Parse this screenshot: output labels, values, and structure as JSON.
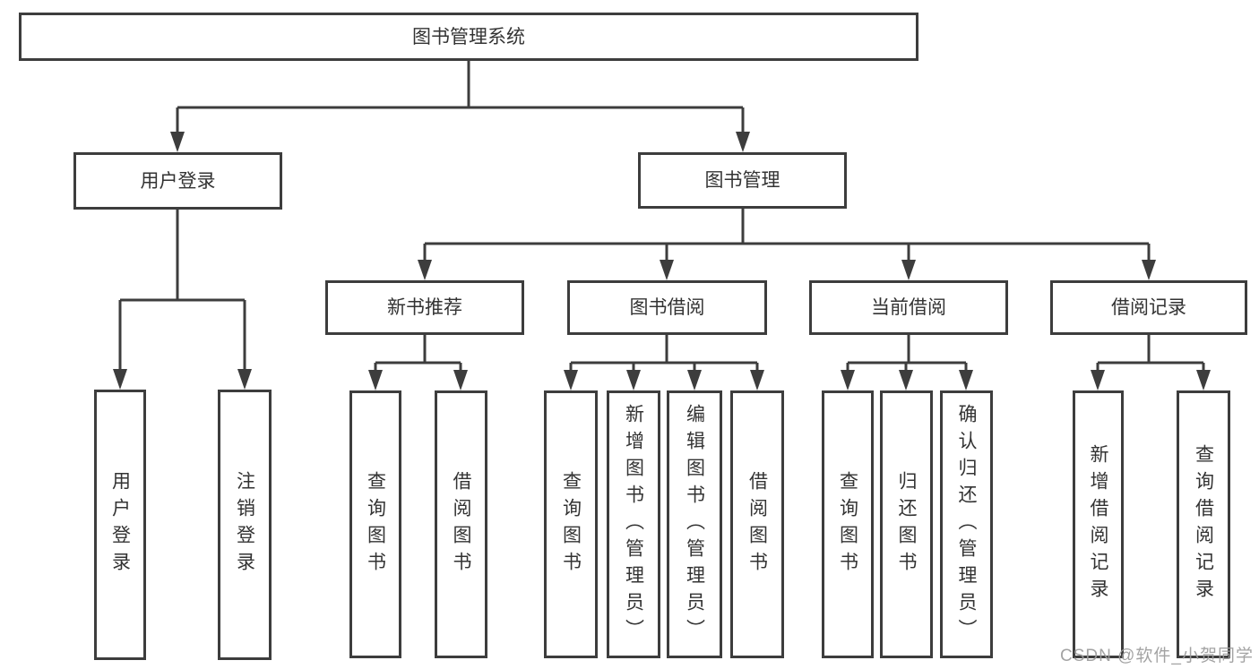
{
  "diagram": {
    "type": "tree",
    "root": {
      "label": "图书管理系统"
    },
    "children": [
      {
        "label": "用户登录",
        "children": [
          {
            "label": "用户登录"
          },
          {
            "label": "注销登录"
          }
        ]
      },
      {
        "label": "图书管理",
        "children": [
          {
            "label": "新书推荐",
            "children": [
              {
                "label": "查询图书"
              },
              {
                "label": "借阅图书"
              }
            ]
          },
          {
            "label": "图书借阅",
            "children": [
              {
                "label": "查询图书"
              },
              {
                "label": "新增图书（管理员）"
              },
              {
                "label": "编辑图书（管理员）"
              },
              {
                "label": "借阅图书"
              }
            ]
          },
          {
            "label": "当前借阅",
            "children": [
              {
                "label": "查询图书"
              },
              {
                "label": "归还图书"
              },
              {
                "label": "确认归还（管理员）"
              }
            ]
          },
          {
            "label": "借阅记录",
            "children": [
              {
                "label": "新增借阅记录"
              },
              {
                "label": "查询借阅记录"
              }
            ]
          }
        ]
      }
    ]
  },
  "watermark": {
    "text": "CSDN @软件_小贺同学"
  },
  "colors": {
    "line": "#3d3d3d",
    "text": "#333333",
    "bg": "#ffffff",
    "watermark": "#9c9c9c"
  }
}
